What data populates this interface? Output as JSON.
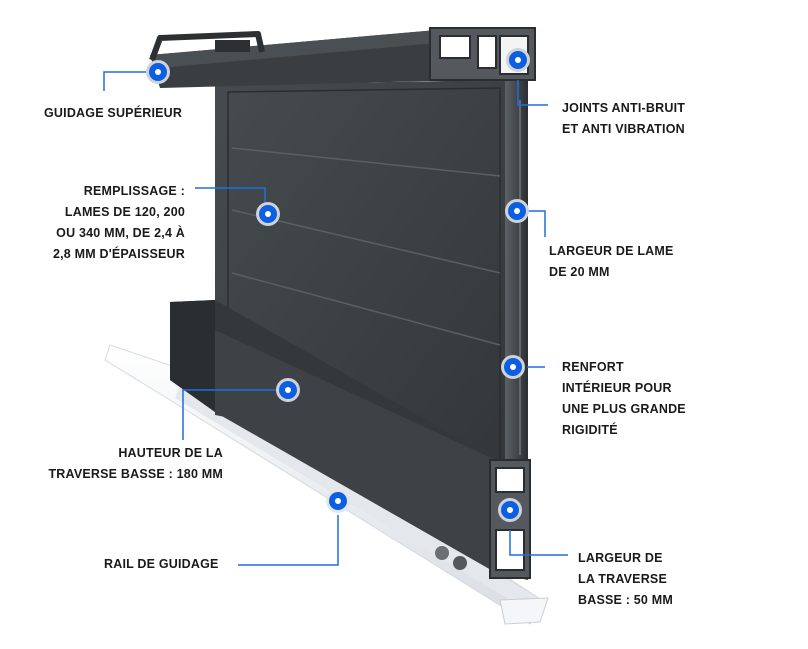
{
  "callouts": {
    "guidage_superieur": {
      "lines": [
        "GUIDAGE SUPÉRIEUR"
      ]
    },
    "joints": {
      "lines": [
        "JOINTS ANTI-BRUIT",
        "ET ANTI VIBRATION"
      ]
    },
    "remplissage": {
      "lines": [
        "REMPLISSAGE :",
        "LAMES DE 120, 200",
        "OU 340 MM, DE 2,4 À",
        "2,8 MM D'ÉPAISSEUR"
      ]
    },
    "largeur_lame": {
      "lines": [
        "LARGEUR DE LAME",
        "DE 20 MM"
      ]
    },
    "renfort": {
      "lines": [
        "RENFORT",
        "INTÉRIEUR POUR",
        "UNE PLUS GRANDE",
        "RIGIDITÉ"
      ]
    },
    "hauteur_traverse": {
      "lines": [
        "HAUTEUR DE LA",
        "TRAVERSE BASSE : 180 MM"
      ]
    },
    "rail": {
      "lines": [
        "RAIL DE GUIDAGE"
      ]
    },
    "largeur_traverse": {
      "lines": [
        "LARGEUR DE",
        "LA TRAVERSE",
        "BASSE : 50 MM"
      ]
    }
  },
  "colors": {
    "accent": "#0b5fe0",
    "leader": "#1f6fe0",
    "panel": "#3b3f42",
    "panel_dark": "#2c3033",
    "rail": "#eef1f4"
  }
}
